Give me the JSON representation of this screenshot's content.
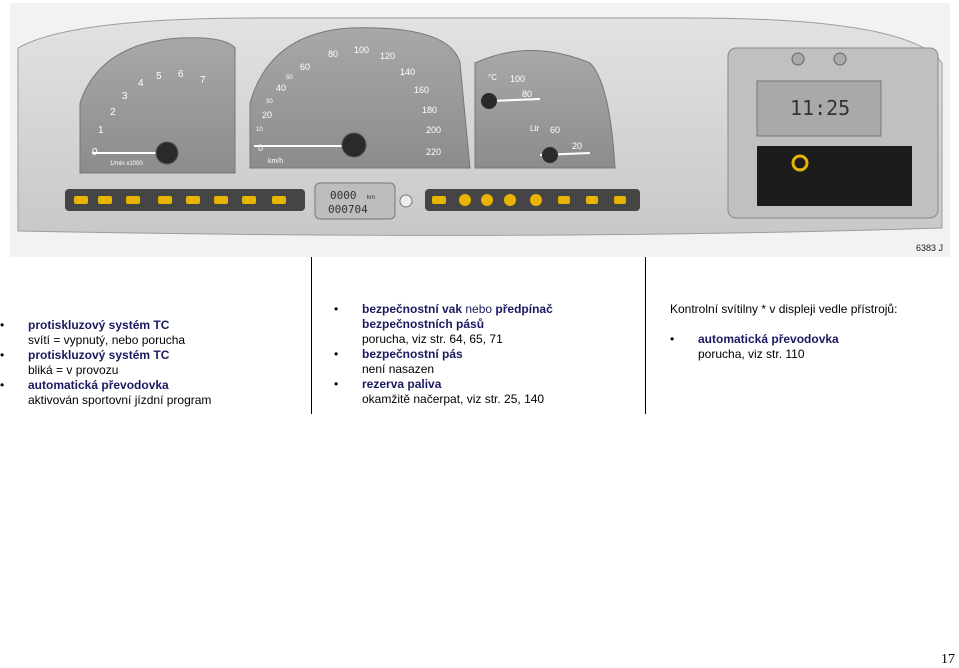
{
  "figure": {
    "code": "6383 J",
    "tachometer": {
      "ticks": [
        "0",
        "1",
        "2",
        "3",
        "4",
        "5",
        "6",
        "7"
      ],
      "unit": "1/min x1000"
    },
    "speedometer": {
      "ticks_outer": [
        "0",
        "20",
        "40",
        "60",
        "80",
        "100",
        "120",
        "140",
        "160",
        "180",
        "200",
        "220"
      ],
      "ticks_inner": [
        "10",
        "30",
        "50"
      ],
      "unit": "km/h"
    },
    "temperature": {
      "unit": "°C",
      "ticks": [
        "100",
        "80"
      ]
    },
    "fuel": {
      "unit": "Ltr",
      "ticks": [
        "60",
        "20"
      ]
    },
    "odometer": {
      "trip": "0000",
      "trip_unit": "km",
      "total": "000704"
    },
    "clock": "11:25",
    "colors": {
      "panel": "#d3d3d3",
      "dial": "#9a9a9a",
      "warning_strip": "#454545",
      "lamp": "#e8b400",
      "display": "#1c1c1c"
    }
  },
  "col1": {
    "items": [
      {
        "title": "protiskluzový systém TC",
        "desc": "svítí = vypnutý, nebo porucha"
      },
      {
        "title": "protiskluzový systém TC",
        "desc": "bliká = v provozu"
      },
      {
        "title": "automatická převodovka",
        "desc": "aktivován sportovní jízdní program"
      }
    ]
  },
  "col2": {
    "items": [
      {
        "title_a": "bezpečnostní vak",
        "mid": " nebo ",
        "title_b": "předpínač bezpečnostních pásů",
        "desc": "porucha, viz str. 64, 65, 71"
      },
      {
        "title": "bezpečnostní pás",
        "desc": "není nasazen"
      },
      {
        "title": "rezerva paliva",
        "desc": "okamžitě načerpat, viz str. 25, 140"
      }
    ]
  },
  "col3": {
    "intro": "Kontrolní svítilny * v displeji vedle přístrojů:",
    "items": [
      {
        "title": "automatická převodovka",
        "desc": "porucha, viz str. 110"
      }
    ]
  },
  "page_number": "17"
}
